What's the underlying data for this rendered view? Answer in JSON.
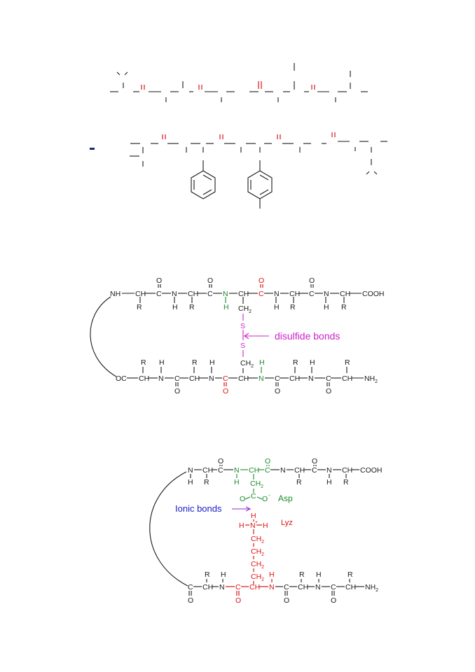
{
  "colors": {
    "black": "#1a1a1a",
    "red": "#e01010",
    "green": "#1a8a2a",
    "magenta": "#cc22cc",
    "blue": "#1d1dc8",
    "navy": "#1a2a6a"
  },
  "diagram1": {
    "ring_labels": [],
    "aromatic_rings": [
      "phenyl-ring",
      "para-methylphenyl-ring"
    ]
  },
  "diagram2": {
    "top_chain": {
      "nh": "NH",
      "ch_1": "CH",
      "c_1": "C",
      "n_1": "N",
      "ch_2": "CH",
      "c_2": "C",
      "n_green": "N",
      "ch_3": "CH",
      "c_red": "C",
      "n_3": "N",
      "ch_4": "CH",
      "c_3": "C",
      "n_4": "N",
      "ch_5": "CH",
      "cooh": "COOH",
      "o_1": "O",
      "o_2": "O",
      "o_red": "O",
      "o_3": "O",
      "r_1": "R",
      "h_1": "H",
      "r_2": "R",
      "h_green": "H",
      "ch2": "CH",
      "sub2": "2",
      "h_3": "H",
      "r_3": "R",
      "h_4": "H",
      "r_4": "R"
    },
    "sulfur_top": "S",
    "sulfur_bottom": "S",
    "annotation": "disulfide bonds",
    "bottom_chain": {
      "oc": "OC",
      "ch_1": "CH",
      "n_1": "N",
      "c_1": "C",
      "ch_2": "CH",
      "n_2": "N",
      "c_red": "C",
      "ch_3": "CH",
      "n_green": "N",
      "c_2": "C",
      "ch_4": "CH",
      "n_3": "N",
      "c_3": "C",
      "ch_5": "CH",
      "nh2": "NH",
      "sub2": "2",
      "r_1": "R",
      "h_1": "H",
      "r_2": "R",
      "h_2": "H",
      "ch2": "CH",
      "ch2_sub": "2",
      "h_green": "H",
      "r_3": "R",
      "h_3": "H",
      "r_4": "R",
      "o_1": "O",
      "o_red": "O",
      "o_2": "O",
      "o_3": "O"
    }
  },
  "diagram3": {
    "top_chain": {
      "n_1": "N",
      "ch_1": "CH",
      "c_1": "C",
      "n_green": "N",
      "ch_green": "CH",
      "c_green": "C",
      "n_2": "N",
      "ch_2": "CH",
      "c_2": "C",
      "n_3": "N",
      "ch_3": "CH",
      "cooh": "COOH",
      "h_1": "H",
      "r_1": "R",
      "h_green": "H",
      "r_2": "R",
      "h_2": "H",
      "r_3": "R",
      "o_1": "O",
      "o_green": "O",
      "o_2": "O",
      "ch2": "CH",
      "ch2_sub": "2",
      "o_left": "O",
      "c_carboxyl": "C",
      "o_right": "O",
      "charge_minus": "-"
    },
    "asp_label": "Asp",
    "ionic_label": "Ionic bonds",
    "lys_chain": {
      "h_top": "H",
      "h_left": "H",
      "n_plus": "N",
      "plus": "+",
      "h_right": "H",
      "ch2_1": "CH",
      "ch2_2": "CH",
      "ch2_3": "CH",
      "ch2_4": "CH",
      "sub": "2"
    },
    "lys_label": "Lyz",
    "bottom_chain": {
      "c_1": "C",
      "ch_1": "CH",
      "n_1": "N",
      "c_red": "C",
      "ch_red": "CH",
      "n_red": "N",
      "c_2": "C",
      "ch_2": "CH",
      "n_2": "N",
      "c_3": "C",
      "ch_3": "CH",
      "nh2": "NH",
      "sub2": "2",
      "r_1": "R",
      "h_1": "H",
      "h_red": "H",
      "r_2": "R",
      "h_2": "H",
      "r_3": "R",
      "o_1": "O",
      "o_red": "O",
      "o_2": "O",
      "o_3": "O"
    }
  }
}
